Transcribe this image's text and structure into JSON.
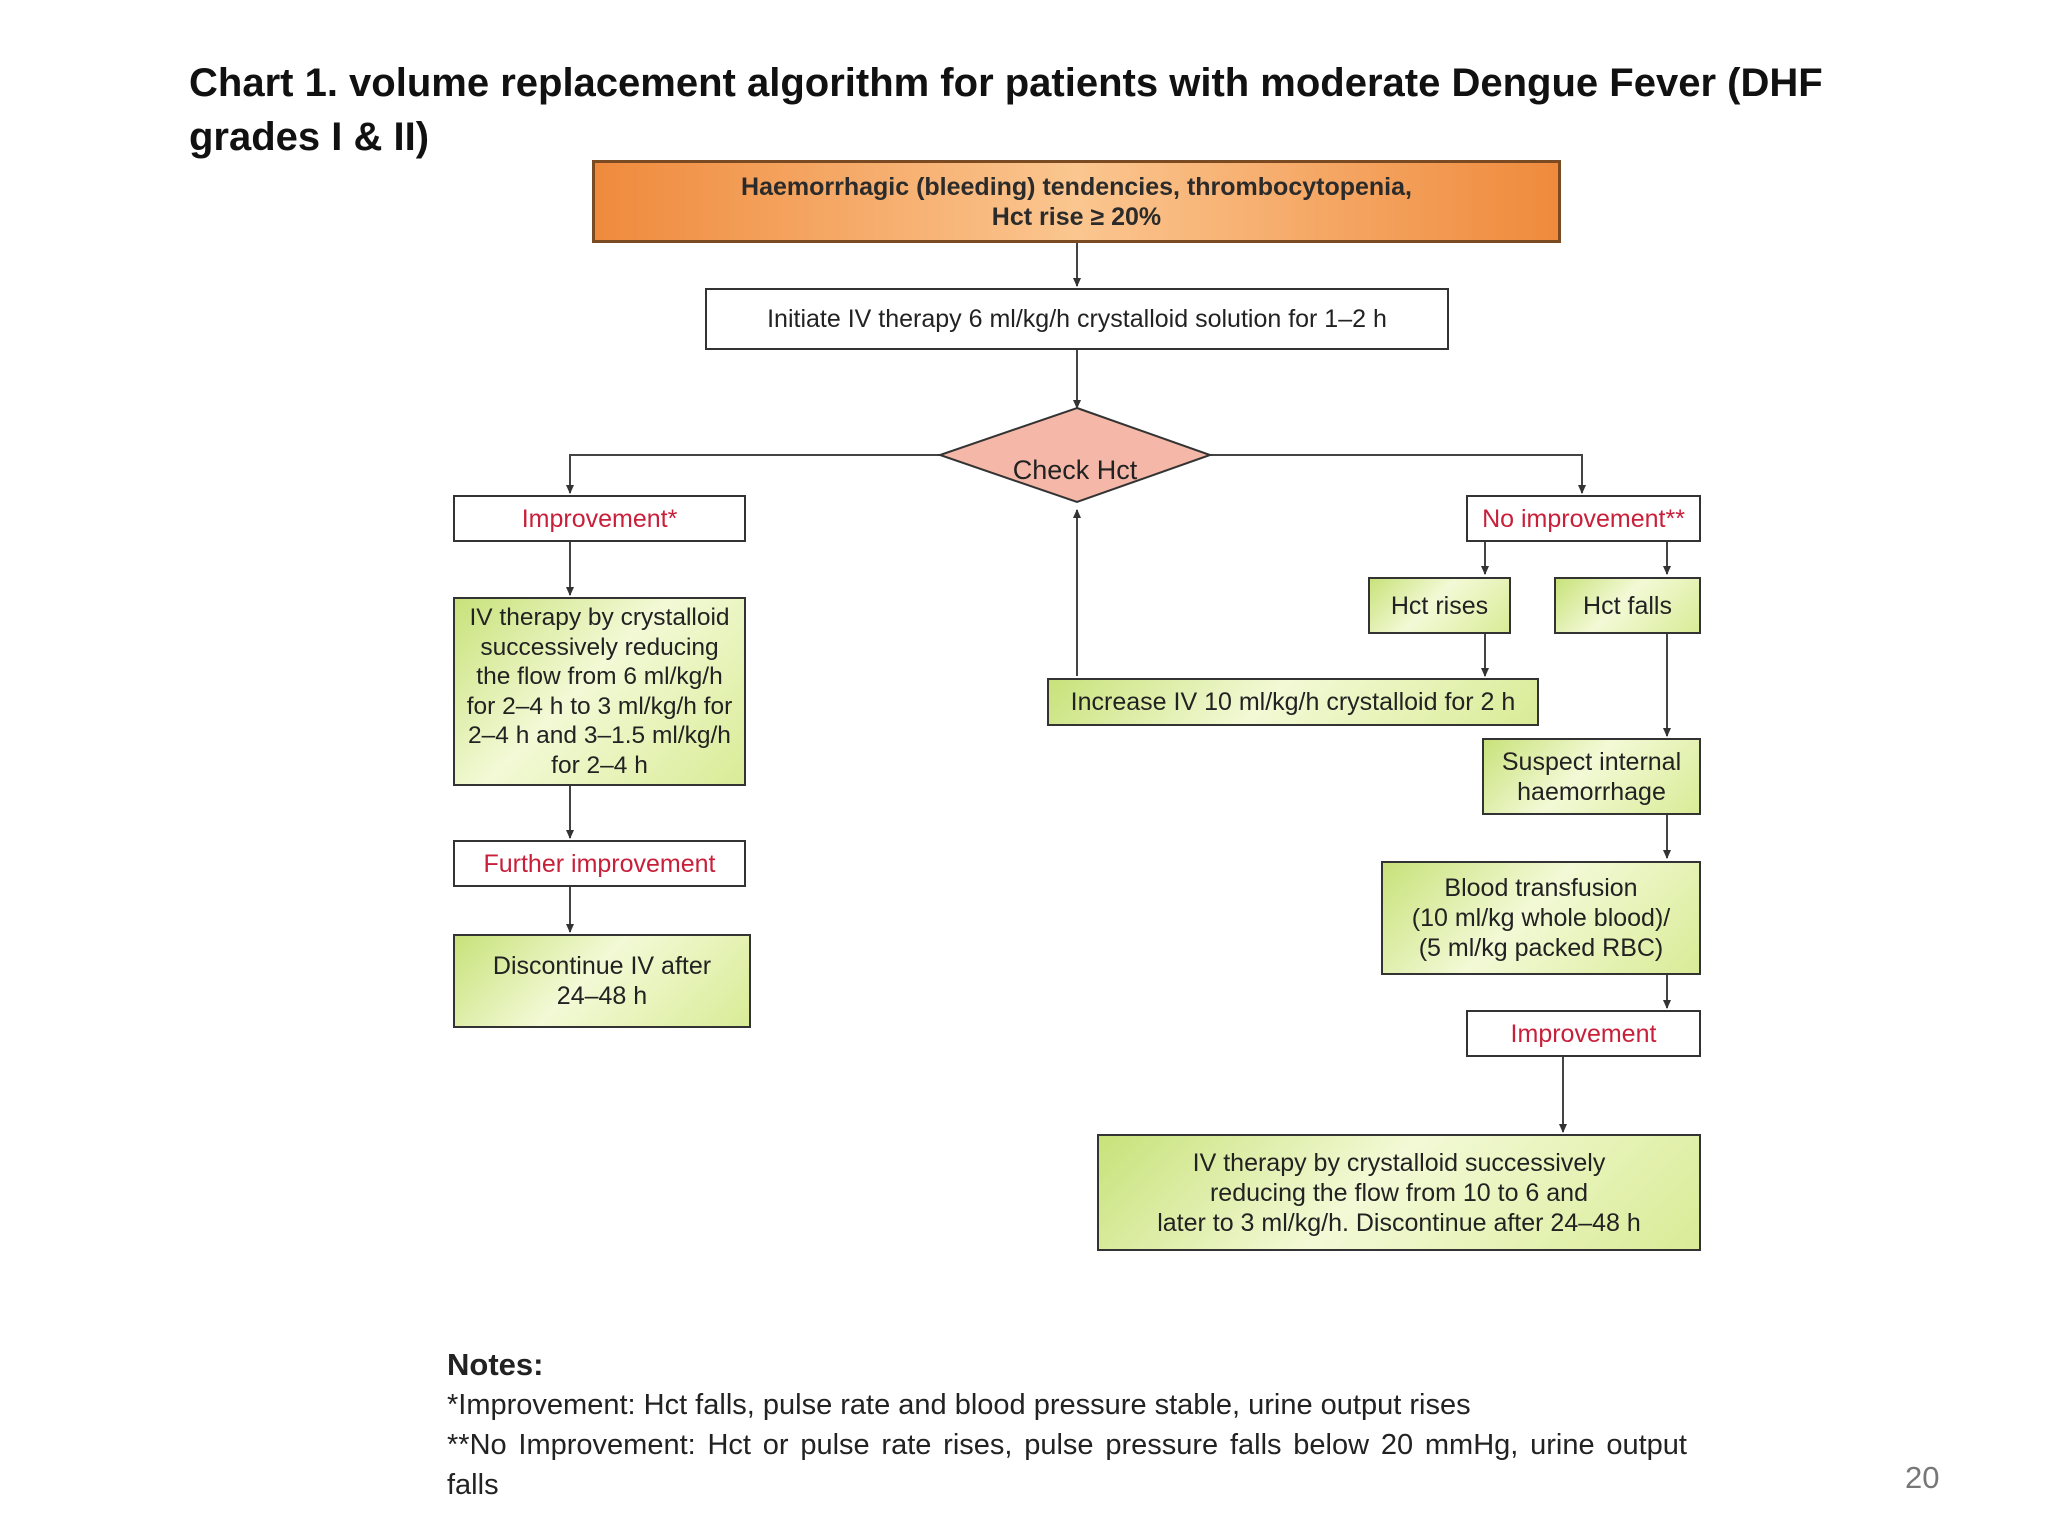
{
  "title": "Chart 1. volume replacement algorithm for patients with moderate Dengue Fever (DHF grades I & II)",
  "nodes": {
    "start": "Haemorrhagic (bleeding) tendencies, thrombocytopenia,\nHct rise ≥ 20%",
    "initiate": "Initiate IV therapy 6 ml/kg/h crystalloid solution for 1–2 h",
    "check": "Check Hct",
    "improvement": "Improvement*",
    "no_improvement": "No improvement**",
    "iv_reducing": "IV therapy by crystalloid\nsuccessively reducing\nthe flow from 6 ml/kg/h\nfor 2–4 h to 3 ml/kg/h for\n2–4 h and 3–1.5 ml/kg/h\nfor 2–4 h",
    "further_improvement": "Further improvement",
    "discontinue": "Discontinue IV after\n24–48 h",
    "hct_rises": "Hct rises",
    "hct_falls": "Hct falls",
    "increase_iv": "Increase IV 10 ml/kg/h crystalloid for 2 h",
    "suspect": "Suspect internal\nhaemorrhage",
    "transfusion": "Blood transfusion\n(10 ml/kg whole blood)/\n(5 ml/kg packed RBC)",
    "improvement_2": "Improvement",
    "iv_final": "IV therapy by crystalloid successively\nreducing the flow from 10 to 6 and\nlater to 3 ml/kg/h. Discontinue after 24–48 h"
  },
  "notes": {
    "heading": "Notes:",
    "line1": "*Improvement: Hct falls, pulse rate and blood pressure stable, urine output rises",
    "line2": "**No Improvement: Hct or pulse rate rises, pulse pressure falls below 20 mmHg, urine output falls"
  },
  "page_number": "20",
  "colors": {
    "start_fill": "#f4a460",
    "action_fill": "#d9ec97",
    "decision_fill": "#f5b8a8",
    "outcome_text": "#c8203a"
  }
}
